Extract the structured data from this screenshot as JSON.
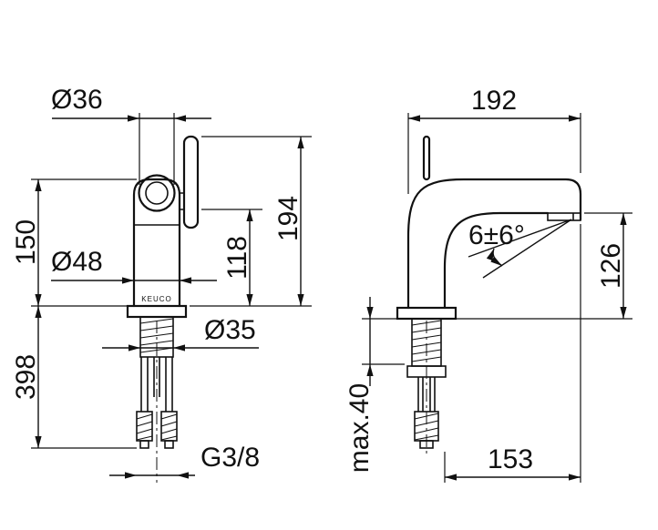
{
  "page": {
    "background": "#ffffff",
    "ink": "#111111",
    "description": "Technical dimension drawing of a single-lever basin faucet, front view and side view"
  },
  "front_view": {
    "brand_label": "KEUCO",
    "dims": {
      "spout_diameter": "Ø36",
      "body_height": "150",
      "body_diameter": "Ø48",
      "spout_underside_height": "118",
      "overall_height": "194",
      "below_deck_length": "398",
      "shank_diameter": "Ø35",
      "connection_thread": "G3/8"
    }
  },
  "side_view": {
    "dims": {
      "projection": "192",
      "spray_angle": "6±6°",
      "outlet_height": "126",
      "max_deck_thickness": "max.40",
      "outlet_projection": "153"
    }
  }
}
